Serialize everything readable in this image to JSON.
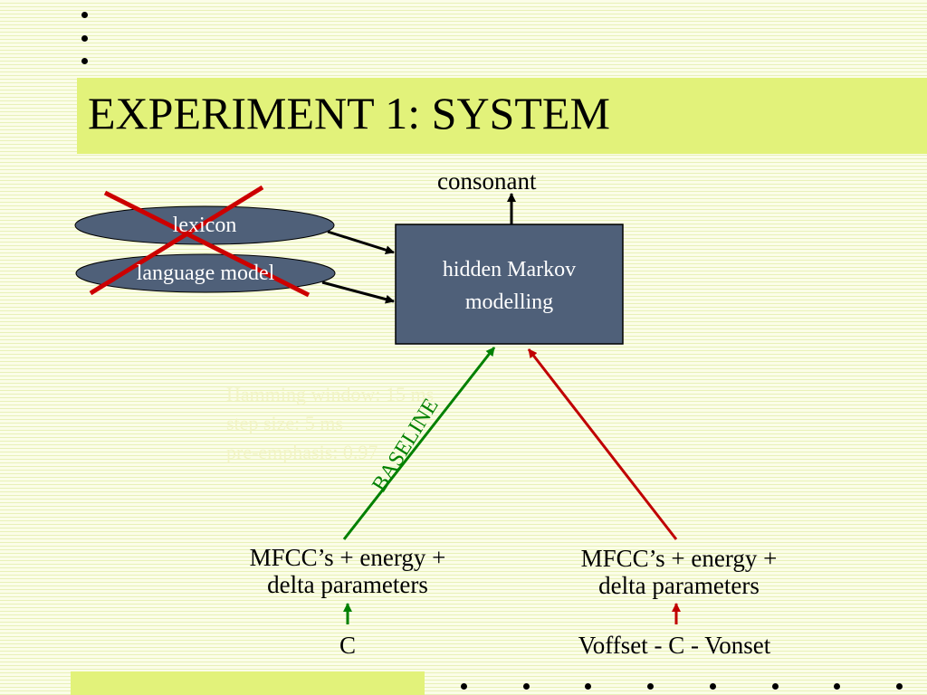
{
  "slide": {
    "title": "EXPERIMENT 1: SYSTEM",
    "accent_color": "#e2f27a"
  },
  "diagram": {
    "output_label": "consonant",
    "core_box": {
      "line1": "hidden Markov",
      "line2": "modelling"
    },
    "knowledge_sources": [
      {
        "label": "lexicon",
        "crossed_out": true
      },
      {
        "label": "language model",
        "crossed_out": true
      }
    ],
    "faded_note": {
      "line1": "Hamming window: 15 ms",
      "line2": "step size: 5 ms",
      "line3": "pre-emphasis: 0.97"
    },
    "baseline_label": "BASELINE",
    "left_features": {
      "line1": "MFCC’s + energy +",
      "line2": "delta parameters",
      "source": "C"
    },
    "right_features": {
      "line1": "MFCC’s + energy +",
      "line2": "delta parameters",
      "source": "Voffset - C - Vonset"
    },
    "colors": {
      "box_fill": "#4f6079",
      "baseline_arrow": "#008000",
      "experiment_arrow": "#c00000",
      "cross": "#cc0000"
    }
  }
}
